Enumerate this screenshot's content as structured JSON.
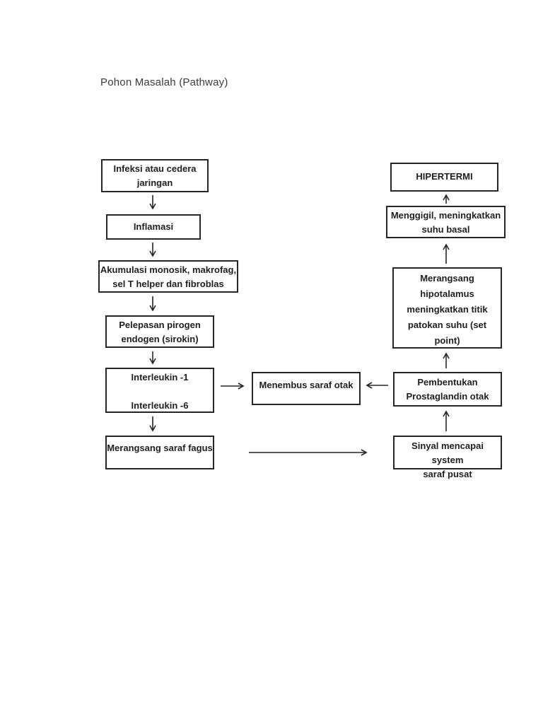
{
  "page": {
    "title": "Pohon Masalah (Pathway)",
    "background_color": "#ffffff",
    "line_color": "#262626",
    "text_color": "#1f1f1f"
  },
  "diagram": {
    "boxes": {
      "infeksi": "Infeksi atau cedera\njaringan",
      "inflamasi": "Inflamasi",
      "akumulasi": "Akumulasi monosik, makrofag,\nsel T helper dan fibroblas",
      "pelepasan": "Pelepasan pirogen\nendogen (sirokin)",
      "interleukin": "Interleukin -1\n\nInterleukin -6",
      "saraf_fagus": "Merangsang saraf fagus",
      "menembus": "Menembus saraf otak",
      "hipertermi": "HIPERTERMI",
      "menggigil": "Menggigil, meningkatkan\nsuhu basal",
      "hipotalamus": "Merangsang\nhipotalamus\nmeningkatkan titik\npatokan suhu (set\npoint)",
      "pembentukan": "Pembentukan\nProstaglandin otak",
      "sinyal": "Sinyal mencapai system\nsaraf pusat"
    },
    "connections": [
      {
        "from": "infeksi",
        "to": "inflamasi"
      },
      {
        "from": "inflamasi",
        "to": "akumulasi"
      },
      {
        "from": "akumulasi",
        "to": "pelepasan"
      },
      {
        "from": "pelepasan",
        "to": "interleukin"
      },
      {
        "from": "interleukin",
        "to": "saraf_fagus"
      },
      {
        "from": "interleukin",
        "to": "menembus"
      },
      {
        "from": "pembentukan",
        "to": "menembus"
      },
      {
        "from": "saraf_fagus",
        "to": "sinyal"
      },
      {
        "from": "sinyal",
        "to": "pembentukan"
      },
      {
        "from": "pembentukan",
        "to": "hipotalamus"
      },
      {
        "from": "hipotalamus",
        "to": "menggigil"
      },
      {
        "from": "menggigil",
        "to": "hipertermi"
      }
    ]
  }
}
